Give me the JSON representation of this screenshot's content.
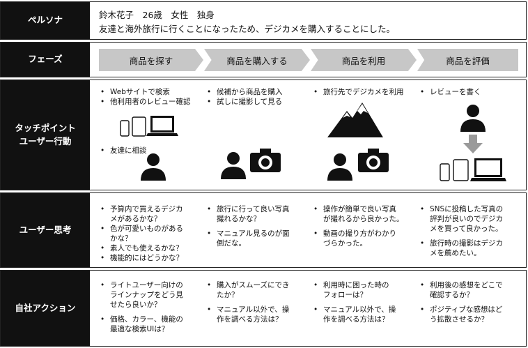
{
  "persona": {
    "label": "ペルソナ",
    "line1": "鈴木花子　26歳　女性　独身",
    "line2": "友達と海外旅行に行くことになったため、デジカメを購入することにした。"
  },
  "phase": {
    "label": "フェーズ",
    "steps": [
      "商品を探す",
      "商品を購入する",
      "商品を利用",
      "商品を評価"
    ]
  },
  "touchpoint": {
    "label_line1": "タッチポイント",
    "label_line2": "ユーザー行動",
    "col1_items": [
      "Webサイトで検索",
      "他利用者のレビュー確認"
    ],
    "col1_items_b": [
      "友達に相談"
    ],
    "col2_items": [
      "候補から商品を購入",
      "試しに撮影して見る"
    ],
    "col3_items": [
      "旅行先でデジカメを利用"
    ],
    "col4_items": [
      "レビューを書く"
    ]
  },
  "thinking": {
    "label": "ユーザー思考",
    "col1": [
      "予算内で買えるデジカ",
      "メがあるかな？",
      "色が可愛いものがある",
      "かな？",
      "素人でも使えるかな？",
      "機能的にはどうかな？"
    ],
    "col2": [
      "旅行に行って良い写真",
      "撮れるかな？",
      "マニュアル見るのが面",
      "倒だな。"
    ],
    "col3": [
      "操作が簡単で良い写真",
      "が撮れるから良かった。",
      "動画の撮り方がわかり",
      "づらかった。"
    ],
    "col4": [
      "SNSに投稿した写真の",
      "評判が良いのでデジカ",
      "メを買って良かった。",
      "旅行時の撮影はデジカ",
      "メを薦めたい。"
    ]
  },
  "action": {
    "label": "自社アクション",
    "col1": [
      "ライトユーザー向けの",
      "ラインナップをどう見",
      "せたら良いか？",
      "価格、カラー、機能の",
      "最適な検索UIは？"
    ],
    "col2": [
      "購入がスムーズにでき",
      "たか？",
      "マニュアル以外で、操",
      "作を調べる方法は？"
    ],
    "col3": [
      "利用時に困った時の",
      "フォローは？",
      "マニュアル以外で、操",
      "作を調べる方法は？"
    ],
    "col4": [
      "利用後の感想をどこで",
      "確認するか？",
      "ポジティブな感想はど",
      "う拡散させるか？"
    ]
  },
  "icons": [
    "smartphone-icon",
    "tablet-icon",
    "laptop-icon",
    "person-icon",
    "camera-icon",
    "mountain-icon",
    "down-arrow-icon"
  ]
}
